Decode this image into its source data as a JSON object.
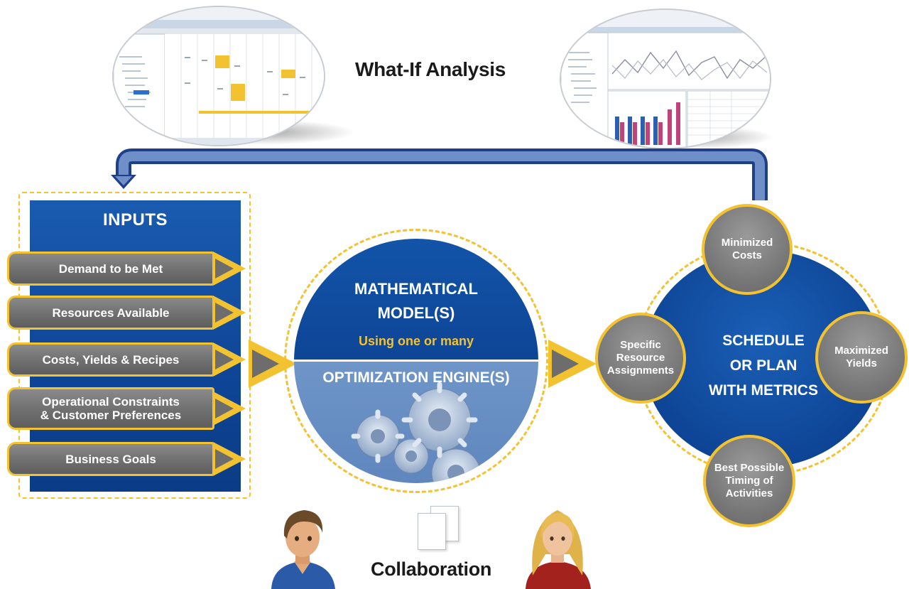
{
  "header": {
    "title": "What-If Analysis"
  },
  "inputs": {
    "title": "INPUTS",
    "items": [
      "Demand to be Met",
      "Resources Available",
      "Costs, Yields & Recipes",
      "Operational Constraints\n& Customer Preferences",
      "Business Goals"
    ]
  },
  "model": {
    "title_line1": "MATHEMATICAL",
    "title_line2": "MODEL(S)",
    "subtitle": "Using one or many",
    "engine": "OPTIMIZATION ENGINE(S)"
  },
  "schedule": {
    "line1": "SCHEDULE",
    "line2": "OR PLAN",
    "line3": "WITH METRICS",
    "satellites": {
      "top": "Minimized\nCosts",
      "left": "Specific\nResource\nAssignments",
      "right": "Maximized\nYields",
      "bottom": "Best Possible\nTiming of\nActivities"
    }
  },
  "footer": {
    "label": "Collaboration"
  },
  "colors": {
    "blue": "#0e4596",
    "gold": "#f2c230",
    "gray": "#6d6d6d",
    "light_blue": "#6f95c8"
  },
  "icons": {
    "left_screenshot": "spreadsheet-screenshot",
    "right_screenshot": "chart-screenshot",
    "documents": "documents-icon",
    "male_user": "male-user-icon",
    "female_user": "female-user-icon",
    "gears": "gears-icon"
  }
}
